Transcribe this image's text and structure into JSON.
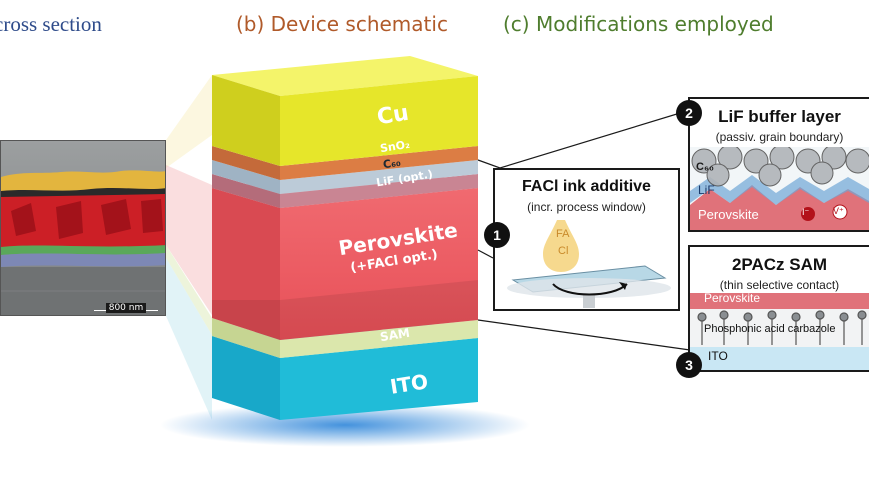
{
  "headers": {
    "a": "cross section",
    "b": "(b) Device schematic",
    "c": "(c) Modifications employed"
  },
  "sem": {
    "scale_bar": "800 nm"
  },
  "stack_layers": {
    "cu": "Cu",
    "sno2": "SnO₂",
    "c60": "C₆₀",
    "lif": "LiF (opt.)",
    "perovskite": "Perovskite",
    "perovskite_note": "(+FACl opt.)",
    "sam": "SAM",
    "ito": "ITO"
  },
  "panels": {
    "facl": {
      "number": "1",
      "title": "FACl ink additive",
      "subtitle": "(incr. process window)",
      "drop_fa": "FA",
      "drop_cl": "Cl"
    },
    "lif": {
      "number": "2",
      "title": "LiF buffer layer",
      "subtitle": "(passiv. grain boundary)",
      "c60": "C₆₀",
      "lif": "LiF",
      "perovskite": "Perovskite",
      "ion_i": "I⁻",
      "vacancy": "V⁺"
    },
    "sam": {
      "number": "3",
      "title": "2PACz SAM",
      "subtitle": "(thin selective contact)",
      "perovskite": "Perovskite",
      "molecule": "Phosphonic acid carbazole",
      "ito": "ITO"
    }
  },
  "colors": {
    "cu": "#e6e62a",
    "sno2": "#d9783f",
    "c60": "#b9c9d6",
    "lif": "#c47a88",
    "perovskite": "#e85a60",
    "sam": "#d7e4a6",
    "ito": "#1fb6d3",
    "header_b": "#b05a2a",
    "header_c": "#4f7d2e"
  }
}
